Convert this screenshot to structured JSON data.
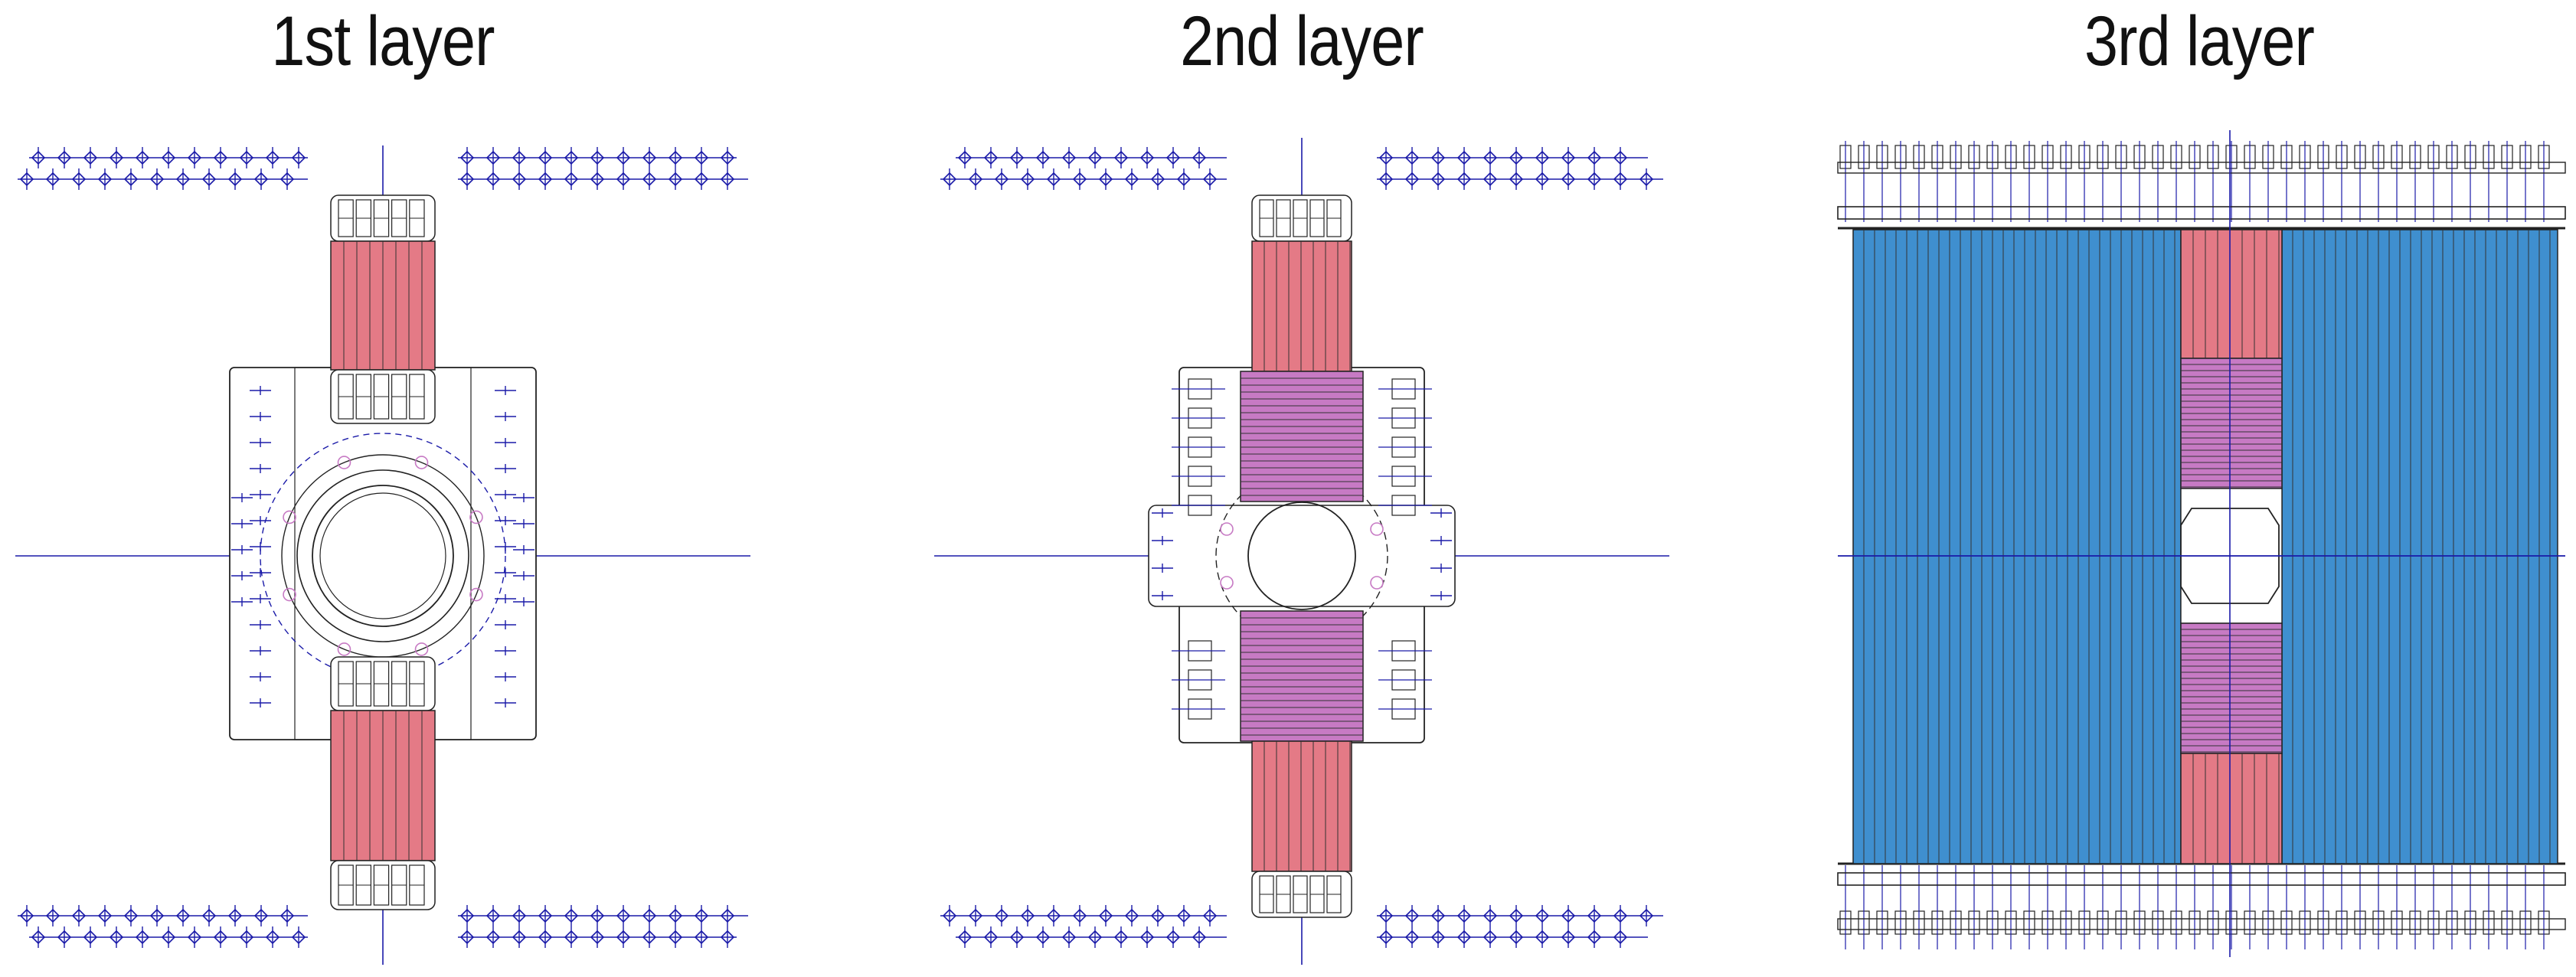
{
  "panels": [
    {
      "title": "1st layer"
    },
    {
      "title": "2nd layer"
    },
    {
      "title": "3rd layer"
    }
  ],
  "colors": {
    "line": "#1a1aa8",
    "outline": "#222222",
    "red_coil": "#e47a86",
    "magenta_coil": "#c77ac4",
    "blue_coil": "#3f8fcf"
  }
}
